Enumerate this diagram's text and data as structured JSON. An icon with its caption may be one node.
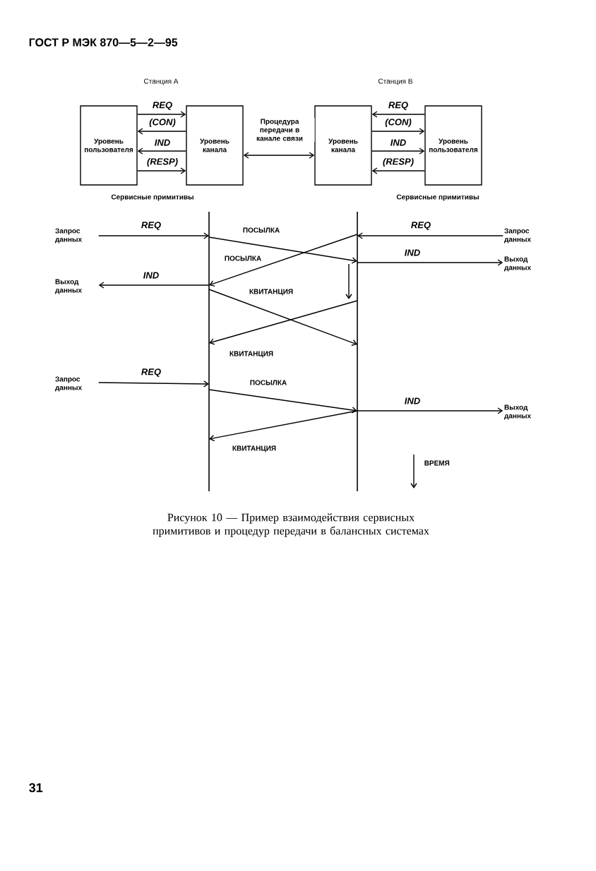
{
  "diagram": {
    "caption": "Рисунок 10 — Пример взаимодействия сервисных примитивов и процедур передачи в балансных системах",
    "nodes": [
      {
        "text": [
          "Уровень пользователя"
        ]
      },
      {
        "text": [
          "Уровень канала"
        ]
      },
      {
        "text": [
          "Уровень канала"
        ]
      },
      {
        "text": [
          "Уровень пользователя"
        ]
      },
      {
        "text": [],
        "shape": "bar"
      },
      {
        "text": [],
        "shape": "bar"
      },
      {
        "text": [
          "Запрос данных"
        ]
      },
      {
        "text": [
          "Запрос данных"
        ]
      },
      {
        "text": [
          "Выход данных"
        ]
      },
      {
        "text": [
          "Выход данных"
        ]
      },
      {
        "text": [
          "Запрос данных"
        ]
      },
      {
        "text": [
          "Выход данных"
        ]
      }
    ],
    "edges": [
      {
        "from": 0,
        "to": 1,
        "arrow": "to",
        "label": "REQ"
      },
      {
        "from": 1,
        "to": 0,
        "arrow": "to",
        "label": "(CON)"
      },
      {
        "from": 1,
        "to": 0,
        "arrow": "to",
        "label": "IND"
      },
      {
        "from": 0,
        "to": 1,
        "arrow": "to",
        "label": "(RESP)"
      },
      {
        "from": 3,
        "to": 2,
        "arrow": "to",
        "label": "REQ"
      },
      {
        "from": 2,
        "to": 3,
        "arrow": "to",
        "label": "(CON)"
      },
      {
        "from": 2,
        "to": 3,
        "arrow": "to",
        "label": "IND"
      },
      {
        "from": 3,
        "to": 2,
        "arrow": "to",
        "label": "(RESP)"
      },
      {
        "from": 1,
        "to": 2,
        "arrow": "both",
        "label": "Процедура передачи в канале связи"
      },
      {
        "from": 6,
        "to": 4,
        "arrow": "to",
        "label": "REQ"
      },
      {
        "from": 4,
        "to": 5,
        "arrow": "to",
        "label": "ПОСЫЛКА"
      },
      {
        "from": 7,
        "to": 5,
        "arrow": "to",
        "label": "REQ"
      },
      {
        "from": 5,
        "to": 4,
        "arrow": "to",
        "label": "ПОСЫЛКА"
      },
      {
        "from": 5,
        "to": 8,
        "arrow": "to",
        "label": "IND"
      },
      {
        "from": 4,
        "to": 9,
        "arrow": "to",
        "label": "IND"
      },
      {
        "from": 4,
        "to": 5,
        "arrow": "to",
        "label": "КВИТАНЦИЯ"
      },
      {
        "from": 5,
        "to": 4,
        "arrow": "to",
        "label": "КВИТАНЦИЯ"
      },
      {
        "from": 10,
        "to": 4,
        "arrow": "to",
        "label": "REQ"
      },
      {
        "from": 4,
        "to": 5,
        "arrow": "to",
        "label": "ПОСЫЛКА"
      },
      {
        "from": 5,
        "to": 11,
        "arrow": "to",
        "label": "IND"
      },
      {
        "from": 5,
        "to": 4,
        "arrow": "to",
        "label": "КВИТАНЦИЯ"
      }
    ],
    "labels": [
      "ГОСТ Р МЭК 870—5—2—95",
      "Станция А",
      "Станция В",
      "Сервисные примитивы",
      "Сервисные примитивы",
      "ВРЕМЯ",
      "31"
    ]
  }
}
